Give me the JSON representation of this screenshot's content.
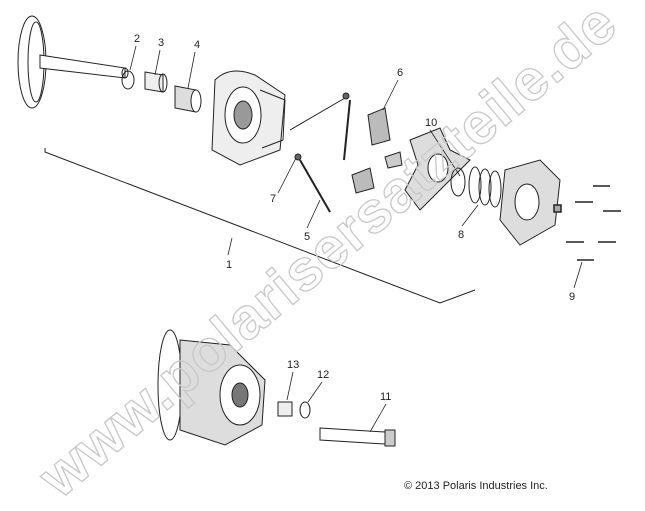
{
  "watermark": "www.polarisersatzteile.de",
  "copyright": "© 2013 Polaris Industries Inc.",
  "callouts": [
    "1",
    "2",
    "3",
    "4",
    "5",
    "6",
    "7",
    "8",
    "9",
    "10",
    "11",
    "12",
    "13"
  ]
}
